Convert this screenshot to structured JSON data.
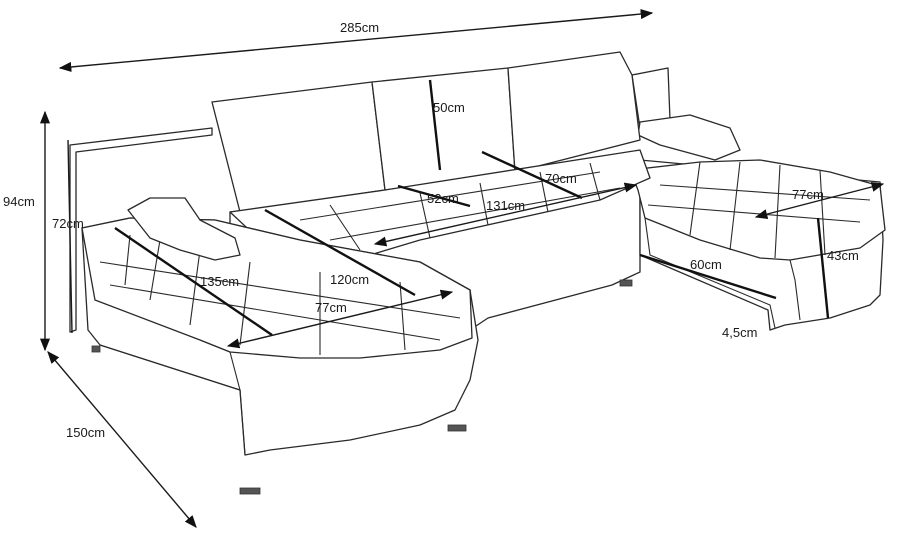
{
  "dimensions": {
    "total_width": "285cm",
    "total_height": "94cm",
    "back_height": "72cm",
    "chaise_depth": "150cm",
    "backrest_height": "50cm",
    "seat_depth": "52cm",
    "seat_width": "131cm",
    "backrest_width": "70cm",
    "left_chaise_length": "135cm",
    "left_chaise_width": "120cm",
    "left_seat_width": "77cm",
    "right_seat_width": "77cm",
    "right_chaise_length": "60cm",
    "seat_height": "43cm",
    "leg_height": "4,5cm"
  }
}
